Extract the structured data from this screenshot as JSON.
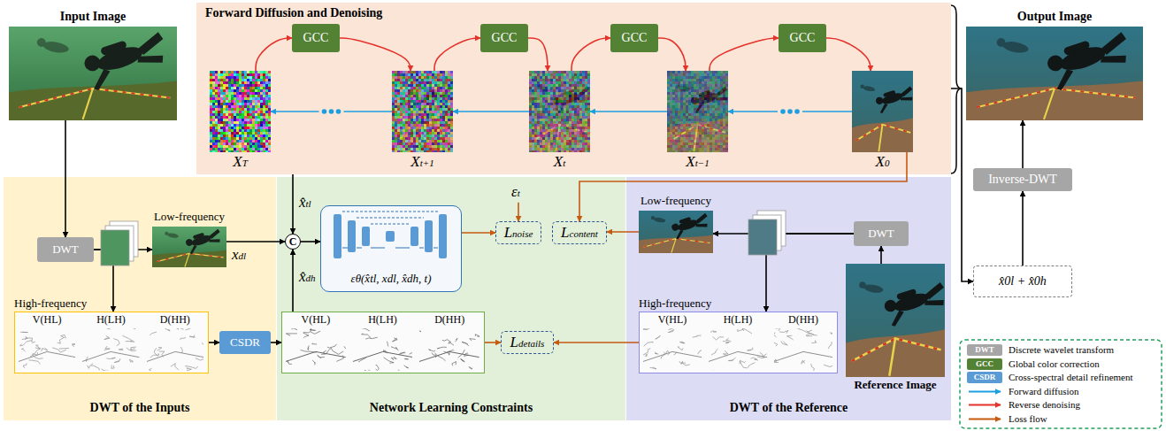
{
  "diagram": {
    "nodes": [
      {
        "text": [
          "Input Image"
        ]
      },
      {
        "text": [
          "Forward Diffusion and Denoising"
        ]
      },
      {
        "text": [
          "GCC"
        ],
        "in": 1
      },
      {
        "text": [
          "GCC"
        ],
        "in": 1
      },
      {
        "text": [
          "GCC"
        ],
        "in": 1
      },
      {
        "text": [
          "GCC"
        ],
        "in": 1
      },
      {
        "text": [
          "XT"
        ],
        "in": 1
      },
      {
        "text": [
          "Xt+1"
        ],
        "in": 1
      },
      {
        "text": [
          "Xt"
        ],
        "in": 1
      },
      {
        "text": [
          "Xt−1"
        ],
        "in": 1
      },
      {
        "text": [
          "X0"
        ],
        "in": 1
      },
      {
        "text": [
          "Output Image"
        ]
      },
      {
        "text": [
          "DWT of the Inputs"
        ]
      },
      {
        "text": [
          "DWT"
        ],
        "in": 12
      },
      {
        "text": [
          "Low-frequency"
        ],
        "in": 12
      },
      {
        "text": [
          "High-frequency",
          "V(HL)",
          "H(LH)",
          "D(HH)"
        ],
        "in": 12
      },
      {
        "text": [
          "CSDR"
        ],
        "in": 12
      },
      {
        "text": [
          "Network Learning Constraints"
        ]
      },
      {
        "text": [
          "C"
        ],
        "in": 17
      },
      {
        "text": [
          "εθ(x̂tl, xdl, x̂dh, t)"
        ],
        "in": 17
      },
      {
        "text": [
          "Lnoise"
        ],
        "in": 17
      },
      {
        "text": [
          "Lcontent"
        ],
        "in": 17
      },
      {
        "text": [
          "V(HL)",
          "H(LH)",
          "D(HH)"
        ],
        "in": 17
      },
      {
        "text": [
          "Ldetails"
        ],
        "in": 17
      },
      {
        "text": [
          "DWT of the Reference"
        ]
      },
      {
        "text": [
          "Low-frequency"
        ],
        "in": 24
      },
      {
        "text": [
          "DWT"
        ],
        "in": 24
      },
      {
        "text": [
          "High-frequency",
          "V(HL)",
          "H(LH)",
          "D(HH)"
        ],
        "in": 24
      },
      {
        "text": [
          "Reference Image"
        ],
        "in": 24
      },
      {
        "text": [
          "Inverse-DWT"
        ]
      },
      {
        "text": [
          "x̂0l + x̂0h"
        ]
      }
    ],
    "edges": [
      {
        "from": 0,
        "to": 13,
        "arrow": "to"
      },
      {
        "from": 13,
        "to": 14,
        "arrow": "to"
      },
      {
        "from": 13,
        "to": 15,
        "arrow": "to"
      },
      {
        "from": 15,
        "to": 16,
        "arrow": "to"
      },
      {
        "from": 16,
        "to": 22,
        "arrow": "to"
      },
      {
        "from": 14,
        "to": 18,
        "arrow": "to",
        "label": "xdl"
      },
      {
        "from": 1,
        "to": 18,
        "arrow": "to",
        "label": "x̂tl"
      },
      {
        "from": 22,
        "to": 18,
        "arrow": "to",
        "label": "x̂dh"
      },
      {
        "from": 18,
        "to": 19,
        "arrow": "to"
      },
      {
        "from": 19,
        "to": 20,
        "arrow": "to"
      },
      {
        "from": 10,
        "to": 21,
        "arrow": "to"
      },
      {
        "from": 25,
        "to": 21,
        "arrow": "to"
      },
      {
        "from": 22,
        "to": 23,
        "arrow": "to"
      },
      {
        "from": 27,
        "to": 23,
        "arrow": "to"
      },
      {
        "from": 26,
        "to": 25,
        "arrow": "to"
      },
      {
        "from": 26,
        "to": 27,
        "arrow": "to"
      },
      {
        "from": 28,
        "to": 26,
        "arrow": "to"
      },
      {
        "from": 10,
        "to": 9,
        "arrow": "to"
      },
      {
        "from": 9,
        "to": 8,
        "arrow": "to"
      },
      {
        "from": 8,
        "to": 7,
        "arrow": "to"
      },
      {
        "from": 7,
        "to": 6,
        "arrow": "to"
      },
      {
        "from": 6,
        "to": 2,
        "arrow": "to"
      },
      {
        "from": 2,
        "to": 7,
        "arrow": "to"
      },
      {
        "from": 7,
        "to": 3,
        "arrow": "to"
      },
      {
        "from": 3,
        "to": 8,
        "arrow": "to"
      },
      {
        "from": 8,
        "to": 4,
        "arrow": "to"
      },
      {
        "from": 4,
        "to": 9,
        "arrow": "to"
      },
      {
        "from": 9,
        "to": 5,
        "arrow": "to"
      },
      {
        "from": 5,
        "to": 10,
        "arrow": "to"
      },
      {
        "from": 1,
        "to": 30,
        "arrow": "to"
      },
      {
        "from": 30,
        "to": 29,
        "arrow": "to"
      },
      {
        "from": 29,
        "to": 11,
        "arrow": "to"
      }
    ],
    "labels": [
      "εt",
      "DWT",
      "GCC",
      "CSDR"
    ],
    "legend": [
      {
        "text": "Discrete wavelet transform",
        "color": "#a6a6a6"
      },
      {
        "text": "Global color correction",
        "color": "#548235"
      },
      {
        "text": "Cross-spectral detail refinement",
        "color": "#5b9bd5"
      },
      {
        "text": "Forward diffusion"
      },
      {
        "text": "Reverse denoising"
      },
      {
        "text": "Loss flow"
      }
    ]
  }
}
